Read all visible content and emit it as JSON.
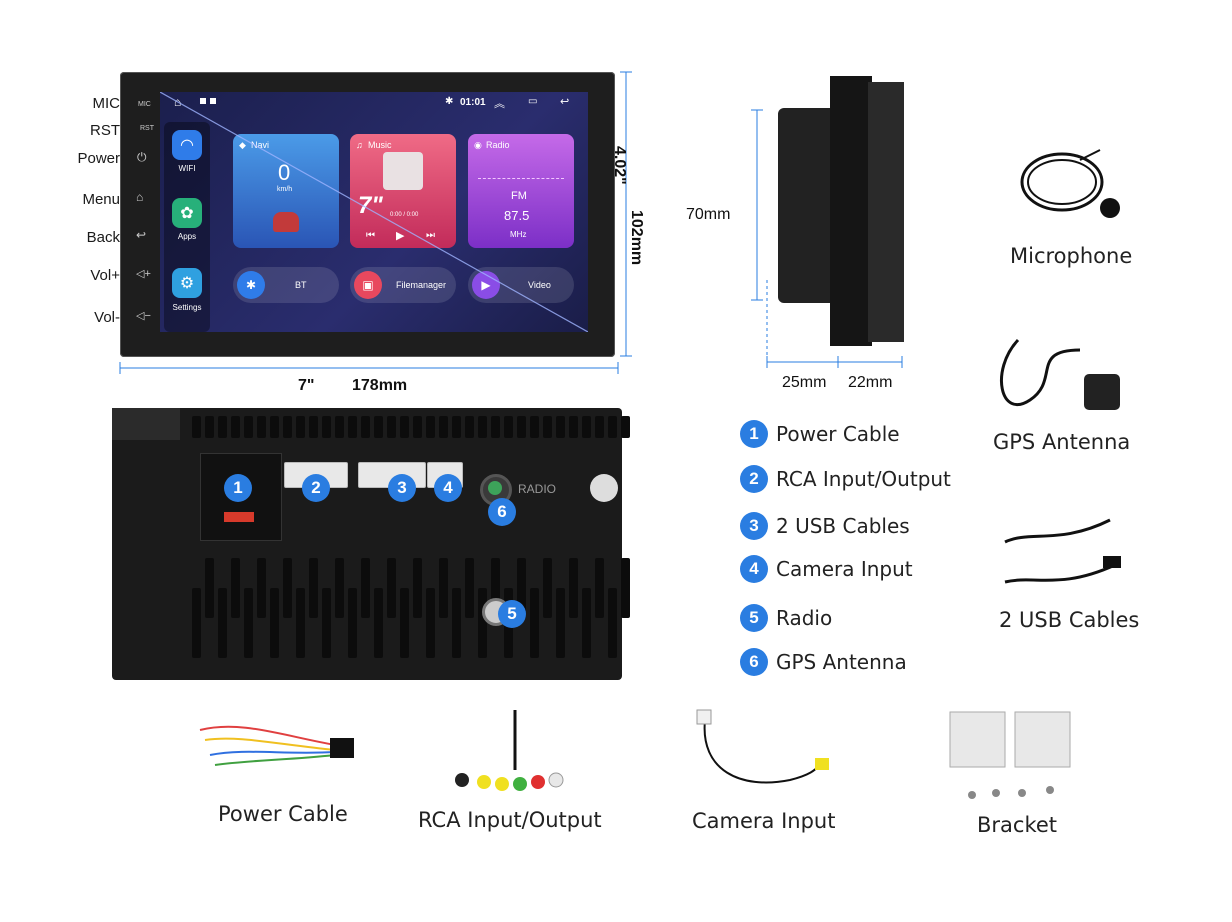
{
  "screen": {
    "status_time": "01:01",
    "side_labels": {
      "wifi": "WIFI",
      "apps": "Apps",
      "settings": "Settings"
    },
    "cards": {
      "navi": {
        "title": "Navi",
        "speed": "0",
        "unit": "km/h"
      },
      "music": {
        "title": "Music",
        "badge": "7\"",
        "time": "0:00 / 0:00"
      },
      "radio": {
        "title": "Radio",
        "band": "FM",
        "freq": "87.5",
        "unit": "MHz"
      }
    },
    "bottom": {
      "bt": "BT",
      "filemanager": "Filemanager",
      "video": "Video"
    },
    "bezel": {
      "mic": "MIC",
      "rst": "RST"
    }
  },
  "front_buttons": {
    "mic": "MIC",
    "rst": "RST",
    "power": "Power",
    "menu": "Menu",
    "back": "Back",
    "volup": "Vol+",
    "voldown": "Vol-"
  },
  "dimensions": {
    "height_in": "4.02\"",
    "height_mm": "102mm",
    "width_in": "7\"",
    "width_mm": "178mm",
    "side_height": "70mm",
    "side_depth1": "25mm",
    "side_depth2": "22mm"
  },
  "rear": {
    "radio_text": "RADIO",
    "ports": [
      "1",
      "2",
      "3",
      "4",
      "5",
      "6"
    ]
  },
  "legend": [
    {
      "num": "1",
      "text": "Power Cable"
    },
    {
      "num": "2",
      "text": "RCA Input/Output"
    },
    {
      "num": "3",
      "text": "2 USB Cables"
    },
    {
      "num": "4",
      "text": "Camera Input"
    },
    {
      "num": "5",
      "text": "Radio"
    },
    {
      "num": "6",
      "text": "GPS Antenna"
    }
  ],
  "accessories": {
    "microphone": "Microphone",
    "gps": "GPS Antenna",
    "usb": "2 USB Cables",
    "power": "Power Cable",
    "rca": "RCA Input/Output",
    "camera": "Camera Input",
    "bracket": "Bracket"
  },
  "colors": {
    "badge": "#2a7de1",
    "screen_bg": "#1b1f4d",
    "music_card": "#e03a6c",
    "radio_card": "#a146d8",
    "navi_card": "#3a7fd9"
  }
}
